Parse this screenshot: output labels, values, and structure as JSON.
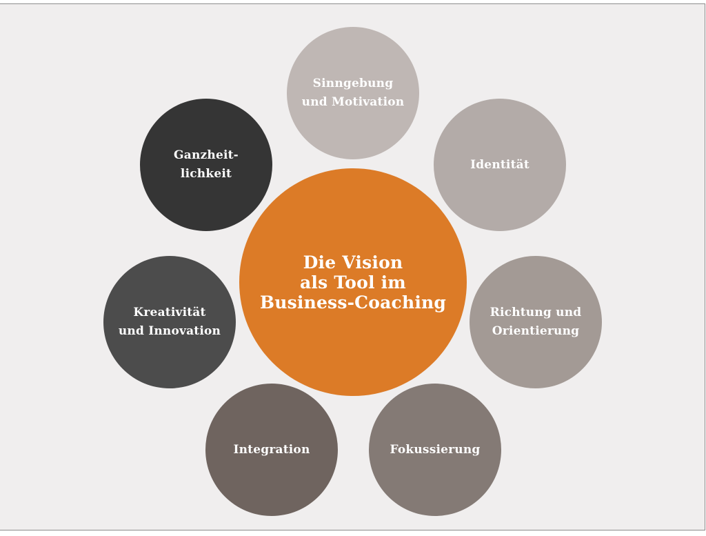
{
  "center": {
    "label": "Die Vision\nals Tool im\nBusiness-Coaching",
    "color": "#dc7b27"
  },
  "nodes": [
    {
      "id": "sinngebung",
      "label": "Sinngebung\nund Motivation",
      "color": "#bfb7b4"
    },
    {
      "id": "identitaet",
      "label": "Identität",
      "color": "#b3aba8"
    },
    {
      "id": "richtung",
      "label": "Richtung und\nOrientierung",
      "color": "#a39a95"
    },
    {
      "id": "fokussierung",
      "label": "Fokussierung",
      "color": "#847a75"
    },
    {
      "id": "integration",
      "label": "Integration",
      "color": "#6f645f"
    },
    {
      "id": "kreativitaet",
      "label": "Kreativität\nund Innovation",
      "color": "#4c4c4c"
    },
    {
      "id": "ganzheitlichkeit",
      "label": "Ganzheit-\nlichkeit",
      "color": "#353535"
    }
  ]
}
